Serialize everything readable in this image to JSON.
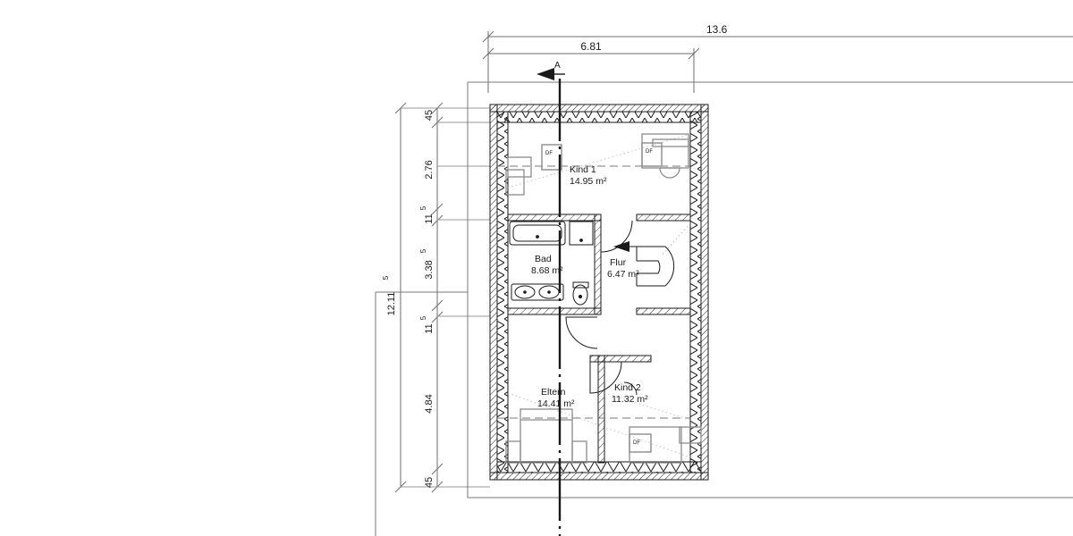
{
  "drawing": {
    "type": "architectural-floor-plan",
    "discipline": "Dachgeschoss / upper floor plan",
    "background_color": "#ffffff",
    "line_color": "#1a1a1a",
    "dimension_line_color": "#6e6e6e",
    "furniture_color": "#8c8c8c"
  },
  "section_marker": {
    "label": "A",
    "direction": "left"
  },
  "dimensions": {
    "horizontal_top": [
      {
        "id": "overall-top",
        "value": "13.6",
        "truncated": true
      },
      {
        "id": "inner-top",
        "value": "6.81",
        "truncated": false
      }
    ],
    "vertical_left_chain": [
      {
        "id": "v-45-top",
        "value": "45"
      },
      {
        "id": "v-276",
        "value": "2.76"
      },
      {
        "id": "v-115-upper",
        "value": "11",
        "sup": "5"
      },
      {
        "id": "v-3385",
        "value": "3.38",
        "sup": "5"
      },
      {
        "id": "v-115-lower",
        "value": "11",
        "sup": "5"
      },
      {
        "id": "v-484",
        "value": "4.84"
      },
      {
        "id": "v-45-bottom",
        "value": "45"
      }
    ],
    "vertical_overall": {
      "id": "v-overall",
      "value": "12.11",
      "sup": "5"
    }
  },
  "rooms": [
    {
      "id": "kind-1",
      "name": "Kind 1",
      "area": "14.95 m²"
    },
    {
      "id": "bad",
      "name": "Bad",
      "area": "8.68 m²"
    },
    {
      "id": "flur",
      "name": "Flur",
      "area": "6.47 m²"
    },
    {
      "id": "eltern",
      "name": "Eltern",
      "area": "14.41 m²"
    },
    {
      "id": "kind-2",
      "name": "Kind 2",
      "area": "11.32 m²"
    }
  ],
  "window_markers": [
    {
      "id": "df-1",
      "label": "DF"
    },
    {
      "id": "df-2",
      "label": "DF"
    },
    {
      "id": "df-3",
      "label": "DF"
    }
  ]
}
